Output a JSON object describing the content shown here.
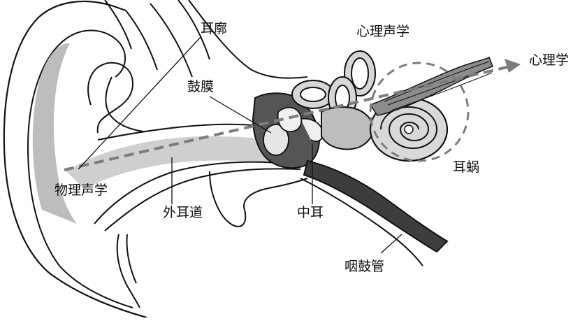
{
  "labels": {
    "auricle": "耳廓",
    "psychoacoustics": "心理声学",
    "psychology": "心理学",
    "eardrum": "鼓膜",
    "cochlea": "耳蜗",
    "physical_acoustics": "物理声学",
    "ear_canal": "外耳道",
    "middle_ear": "中耳",
    "eustachian_tube": "咽鼓管"
  },
  "colors": {
    "line": "#111111",
    "light_gray": "#d4d4d4",
    "mid_gray": "#a9a9a9",
    "dark_gray": "#4a4a4a",
    "dash": "#7d7d7d"
  }
}
